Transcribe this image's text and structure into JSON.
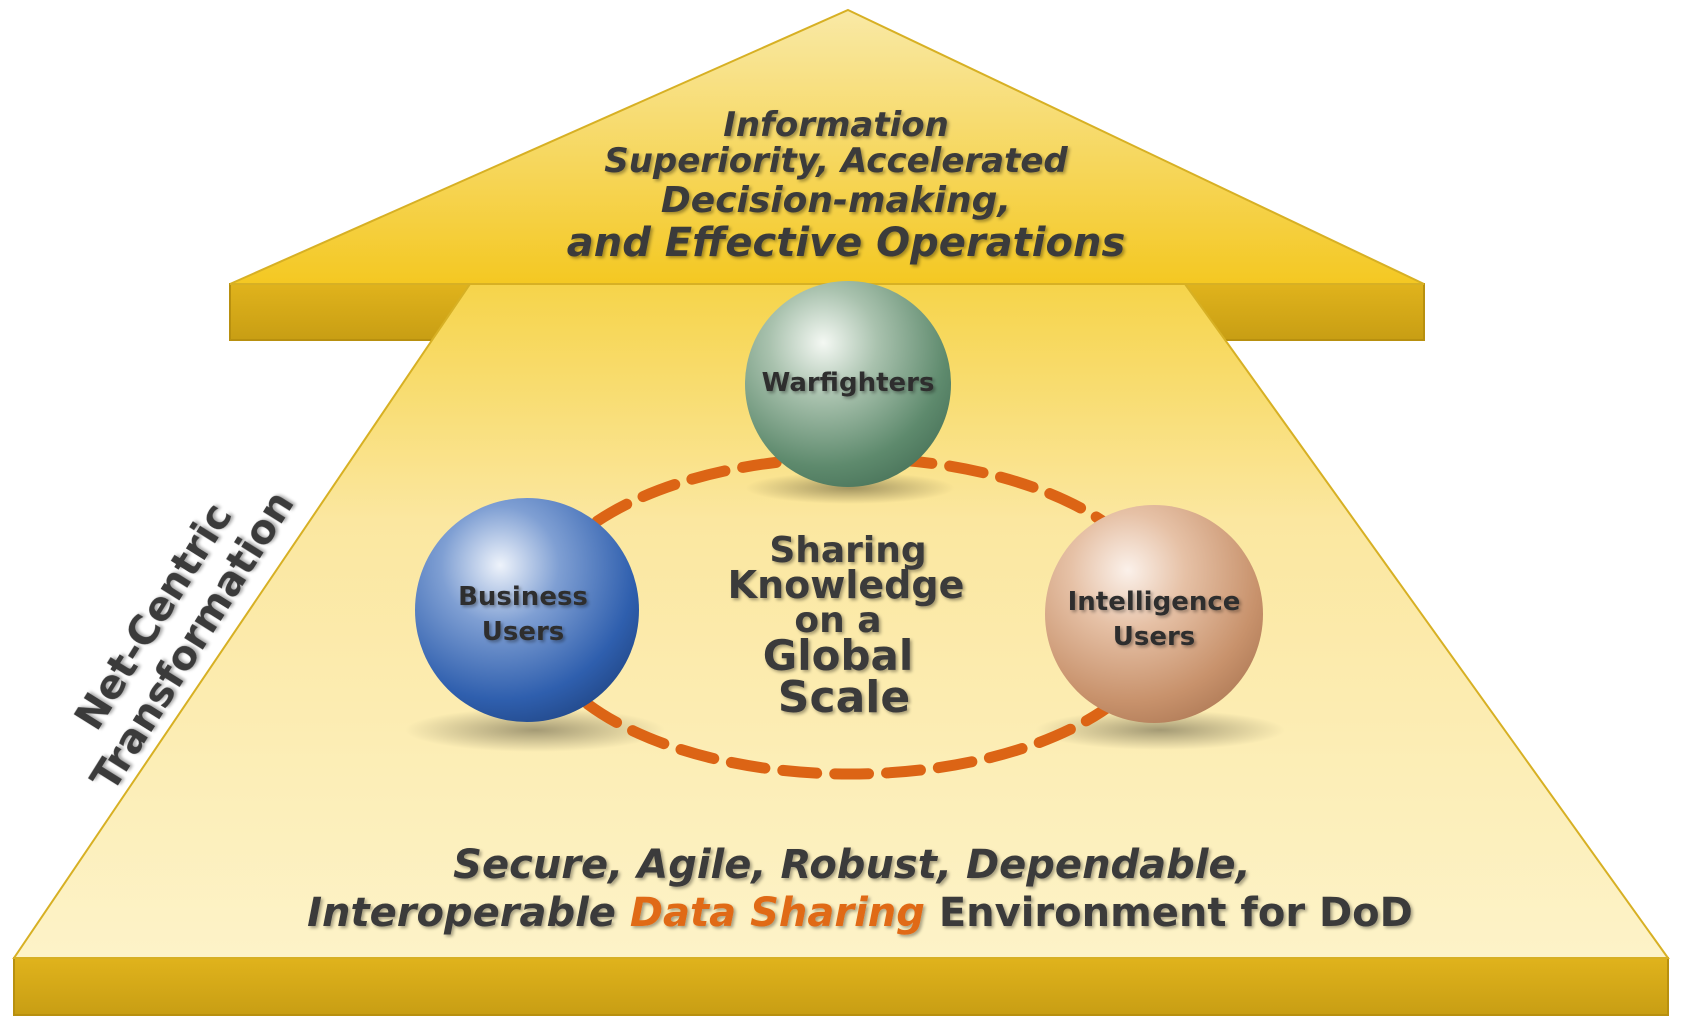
{
  "arrow_header": {
    "lines": [
      "Information",
      "Superiority, Accelerated",
      "Decision-making,",
      "and Effective Operations"
    ]
  },
  "side_label": {
    "line1": "Net-Centric",
    "line2": "Transformation"
  },
  "spheres": {
    "top": {
      "label": "Warfighters",
      "color": "#5f8a6e"
    },
    "left": {
      "label_line1": "Business",
      "label_line2": "Users",
      "color": "#2f5fae"
    },
    "right": {
      "label_line1": "Intelligence",
      "label_line2": "Users",
      "color": "#c8926c"
    }
  },
  "center": {
    "lines": [
      "Sharing",
      "Knowledge",
      "on a",
      "Global",
      "Scale"
    ]
  },
  "footer": {
    "line1": "Secure, Agile, Robust, Dependable,",
    "line2_part1": "Interoperable ",
    "line2_highlight": "Data Sharing",
    "line2_part3": " Environment for DoD"
  },
  "colors": {
    "arrow_light": "#fdf3c4",
    "arrow_gold": "#f2c81c",
    "arrow_edge": "#cfa516",
    "ellipse_dash": "#dc6415",
    "text_dark": "#3a3a3a",
    "highlight": "#e06a14"
  }
}
